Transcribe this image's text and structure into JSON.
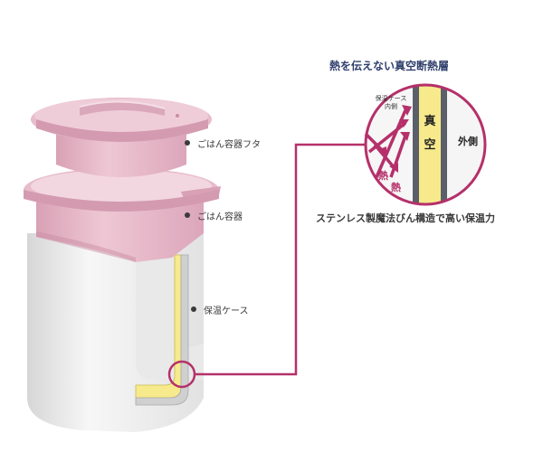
{
  "heading": "熱を伝えない真空断熱層",
  "caption": "ステンレス製魔法びん構造で高い保温力",
  "parts": {
    "lid": "ごはん容器フタ",
    "container": "ごはん容器",
    "case": "保温ケース"
  },
  "detail": {
    "vacuum_line1": "真",
    "vacuum_line2": "空",
    "outer": "外側",
    "inner_line1": "保温ケース",
    "inner_line2": "内側",
    "heat1": "熱",
    "heat2": "熱"
  },
  "colors": {
    "pink": "#e7bccb",
    "pink_dark": "#d9a1b5",
    "magenta": "#b5306a",
    "yellow": "#f7ea8c",
    "steel": "#5b5f6a",
    "case_white": "#eeeeee"
  }
}
